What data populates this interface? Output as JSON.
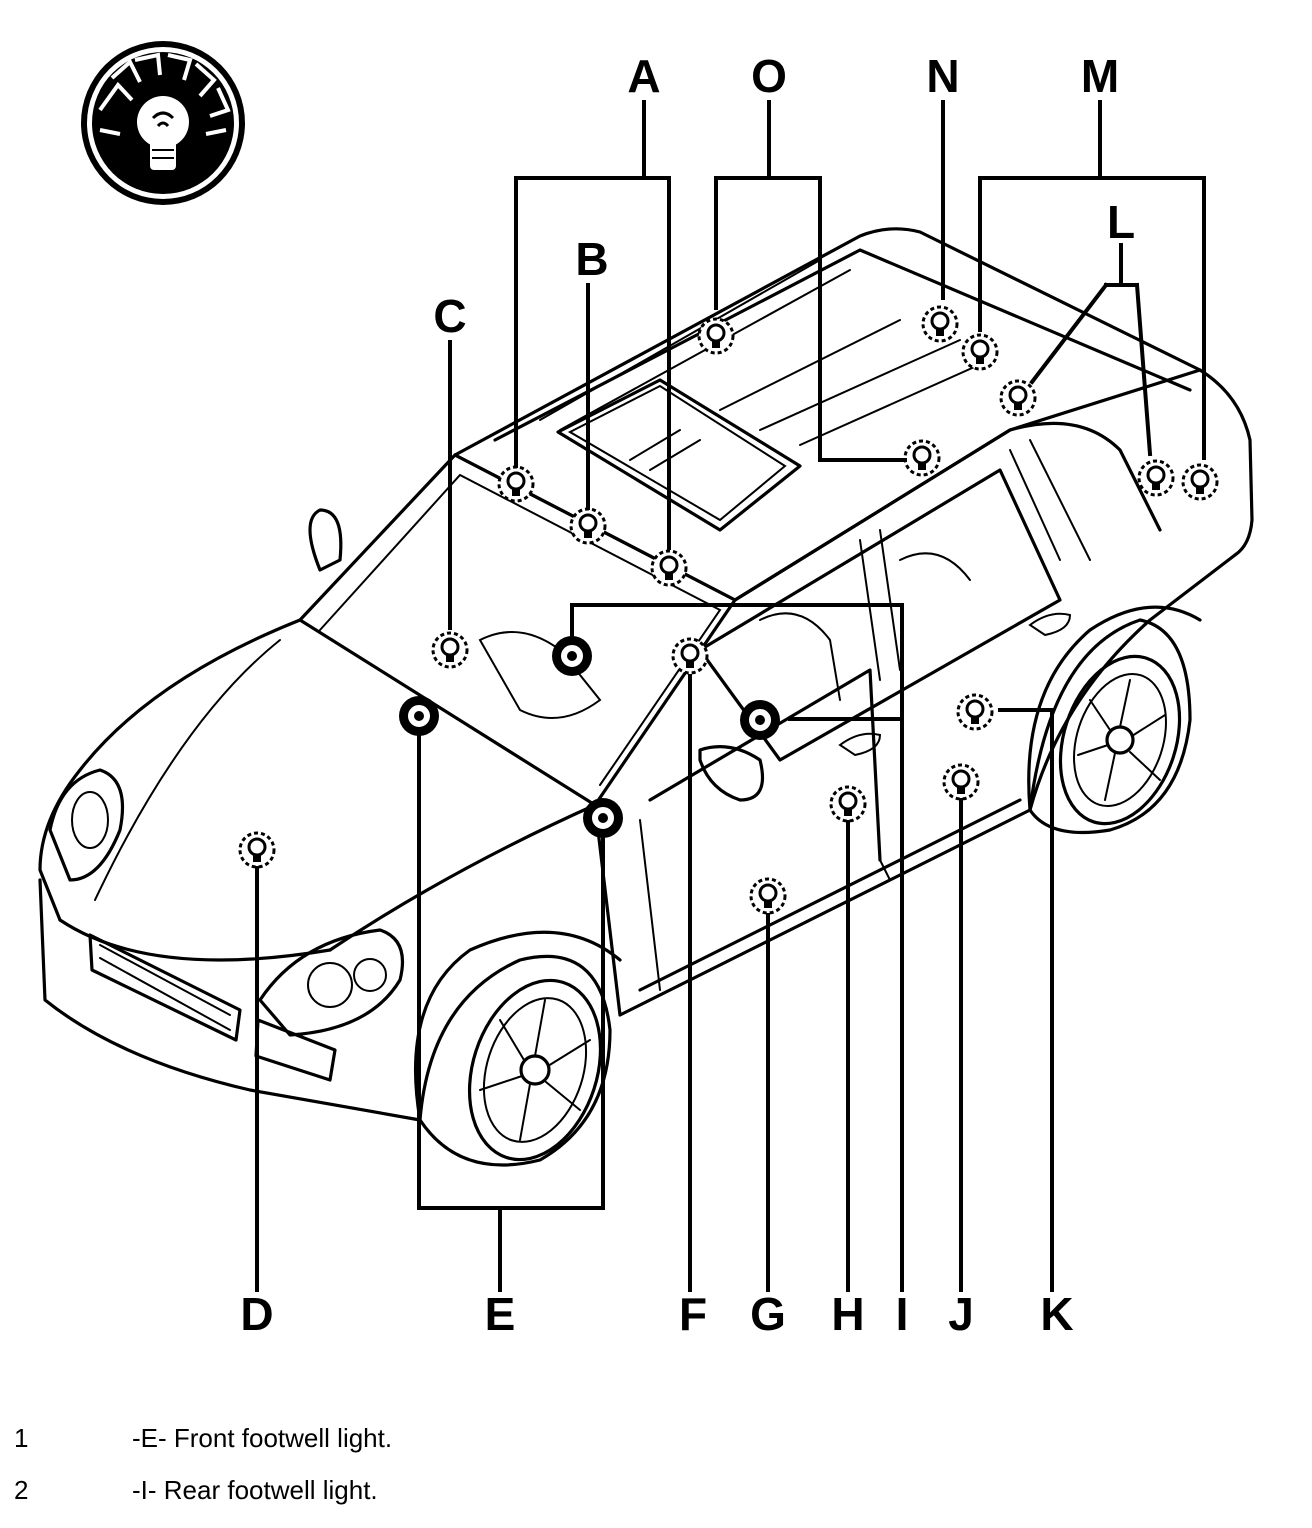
{
  "callout_labels": [
    "A",
    "O",
    "N",
    "M",
    "L",
    "B",
    "C",
    "D",
    "E",
    "F",
    "G",
    "H",
    "I",
    "J",
    "K"
  ],
  "legend": [
    {
      "number": "1",
      "text": "-E- Front footwell light."
    },
    {
      "number": "2",
      "text": "-I- Rear footwell light."
    }
  ],
  "icon": "interior-lighting-bulb-emblem-icon",
  "colors": {
    "line": "#000000",
    "background": "#ffffff"
  }
}
